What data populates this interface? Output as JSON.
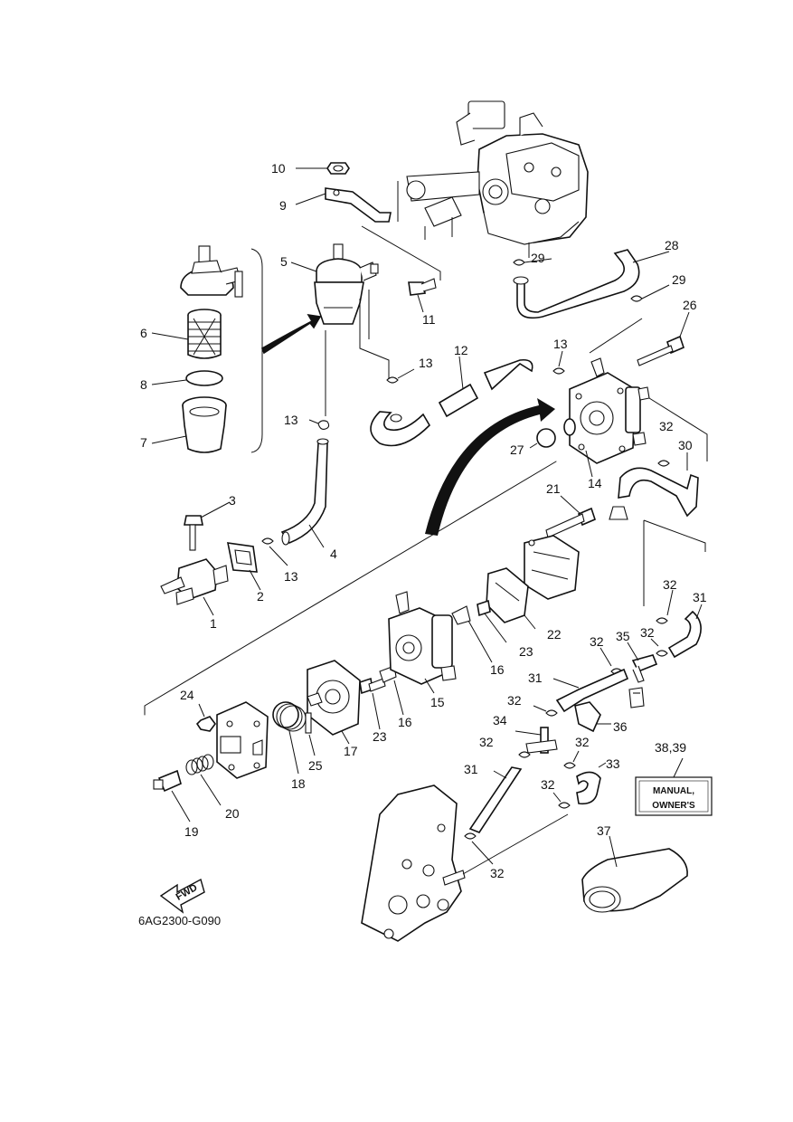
{
  "diagram_code": "6AG2300-G090",
  "fwd_label": "FWD",
  "manual_box": {
    "line1": "MANUAL,",
    "line2": "OWNER'S"
  },
  "callouts": {
    "c1": "1",
    "c2": "2",
    "c3": "3",
    "c4": "4",
    "c5": "5",
    "c6": "6",
    "c7": "7",
    "c8": "8",
    "c9": "9",
    "c10": "10",
    "c11": "11",
    "c12": "12",
    "c13a": "13",
    "c13b": "13",
    "c13c": "13",
    "c13d": "13",
    "c14": "14",
    "c15": "15",
    "c16a": "16",
    "c16b": "16",
    "c17": "17",
    "c18": "18",
    "c19": "19",
    "c20": "20",
    "c21": "21",
    "c22": "22",
    "c23a": "23",
    "c23b": "23",
    "c24": "24",
    "c25": "25",
    "c26": "26",
    "c27": "27",
    "c28": "28",
    "c29a": "29",
    "c29b": "29",
    "c30": "30",
    "c31a": "31",
    "c31b": "31",
    "c31c": "31",
    "c32a": "32",
    "c32b": "32",
    "c32c": "32",
    "c32d": "32",
    "c32e": "32",
    "c32f": "32",
    "c32g": "32",
    "c32h": "32",
    "c32i": "32",
    "c33": "33",
    "c34": "34",
    "c35": "35",
    "c36": "36",
    "c37": "37",
    "c3839": "38,39"
  }
}
